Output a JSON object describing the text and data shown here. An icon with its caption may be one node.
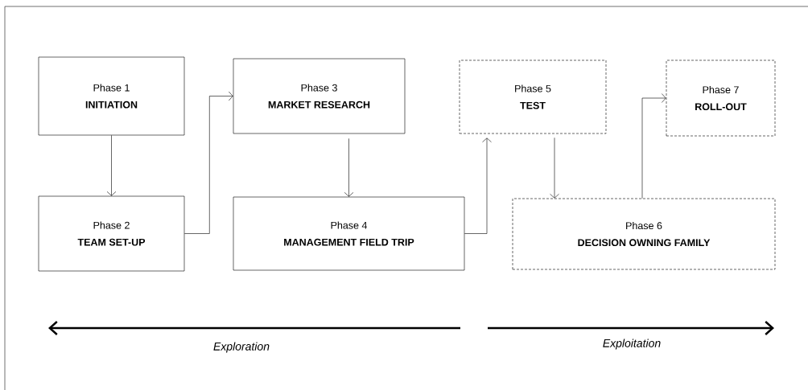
{
  "diagram": {
    "nodes": [
      {
        "text": [
          "Phase 1",
          "INITIATION"
        ]
      },
      {
        "text": [
          "Phase 2",
          "TEAM SET-UP"
        ]
      },
      {
        "text": [
          "Phase 3",
          "MARKET RESEARCH"
        ]
      },
      {
        "text": [
          "Phase 4",
          "MANAGEMENT FIELD TRIP"
        ]
      },
      {
        "text": [
          "Phase 5",
          "TEST"
        ]
      },
      {
        "text": [
          "Phase 6",
          "DECISION OWNING FAMILY"
        ]
      },
      {
        "text": [
          "Phase 7",
          "ROLL-OUT"
        ]
      }
    ],
    "edges": [
      {
        "from": 0,
        "to": 1,
        "arrow": "to"
      },
      {
        "from": 1,
        "to": 2,
        "arrow": "to"
      },
      {
        "from": 2,
        "to": 3,
        "arrow": "to"
      },
      {
        "from": 3,
        "to": 4,
        "arrow": "to"
      },
      {
        "from": 4,
        "to": 5,
        "arrow": "to"
      },
      {
        "from": 5,
        "to": 6,
        "arrow": "to"
      }
    ],
    "labels": [
      "Exploration",
      "Exploitation"
    ]
  }
}
